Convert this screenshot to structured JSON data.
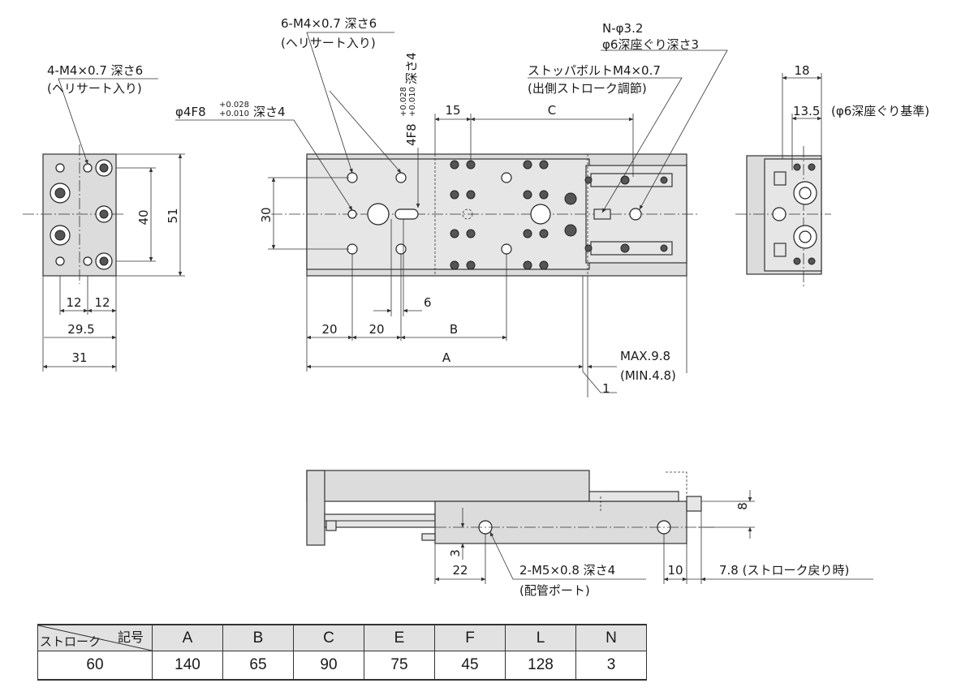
{
  "labels": {
    "left_callout_l1": "4-M4×0.7 深さ6",
    "left_callout_l2": "(ヘリサート入り)",
    "top_callout_l1": "6-M4×0.7 深さ6",
    "top_callout_l2": "(ヘリサート入り)",
    "pin_callout_main": "φ4F8",
    "pin_callout_tol_up": "+0.028",
    "pin_callout_tol_dn": "+0.010",
    "pin_callout_depth": "深さ4",
    "slot_vertical": "4F8",
    "slot_vertical_tol_up": "+0.028",
    "slot_vertical_tol_dn": "+0.010",
    "slot_vertical_depth": "深さ4",
    "n_callout_l1": "N-φ3.2",
    "n_callout_l2": "φ6深座ぐり深さ3",
    "stopper_l1": "ストッパボルトM4×0.7",
    "stopper_l2": "(出側ストローク調節)",
    "right_dim_18": "18",
    "right_dim_135": "13.5",
    "right_dim_note": "(φ6深座ぐり基準)",
    "dim_40": "40",
    "dim_51": "51",
    "dim_12a": "12",
    "dim_12b": "12",
    "dim_295": "29.5",
    "dim_31": "31",
    "dim_30": "30",
    "dim_15": "15",
    "dim_C": "C",
    "dim_6": "6",
    "dim_20a": "20",
    "dim_20b": "20",
    "dim_B": "B",
    "dim_A": "A",
    "dim_max": "MAX.9.8",
    "dim_min": "(MIN.4.8)",
    "dim_1": "1",
    "dim_8": "8",
    "dim_3": "3",
    "dim_22": "22",
    "port_l1": "2-M5×0.8 深さ4",
    "port_l2": "(配管ポート)",
    "dim_10": "10",
    "dim_78": "7.8 (ストローク戻り時)"
  },
  "table": {
    "corner_top": "記号",
    "corner_bottom": "ストローク",
    "headers": [
      "A",
      "B",
      "C",
      "E",
      "F",
      "L",
      "N"
    ],
    "rows": [
      {
        "stroke": "60",
        "values": [
          "140",
          "65",
          "90",
          "75",
          "45",
          "128",
          "3"
        ]
      }
    ]
  }
}
